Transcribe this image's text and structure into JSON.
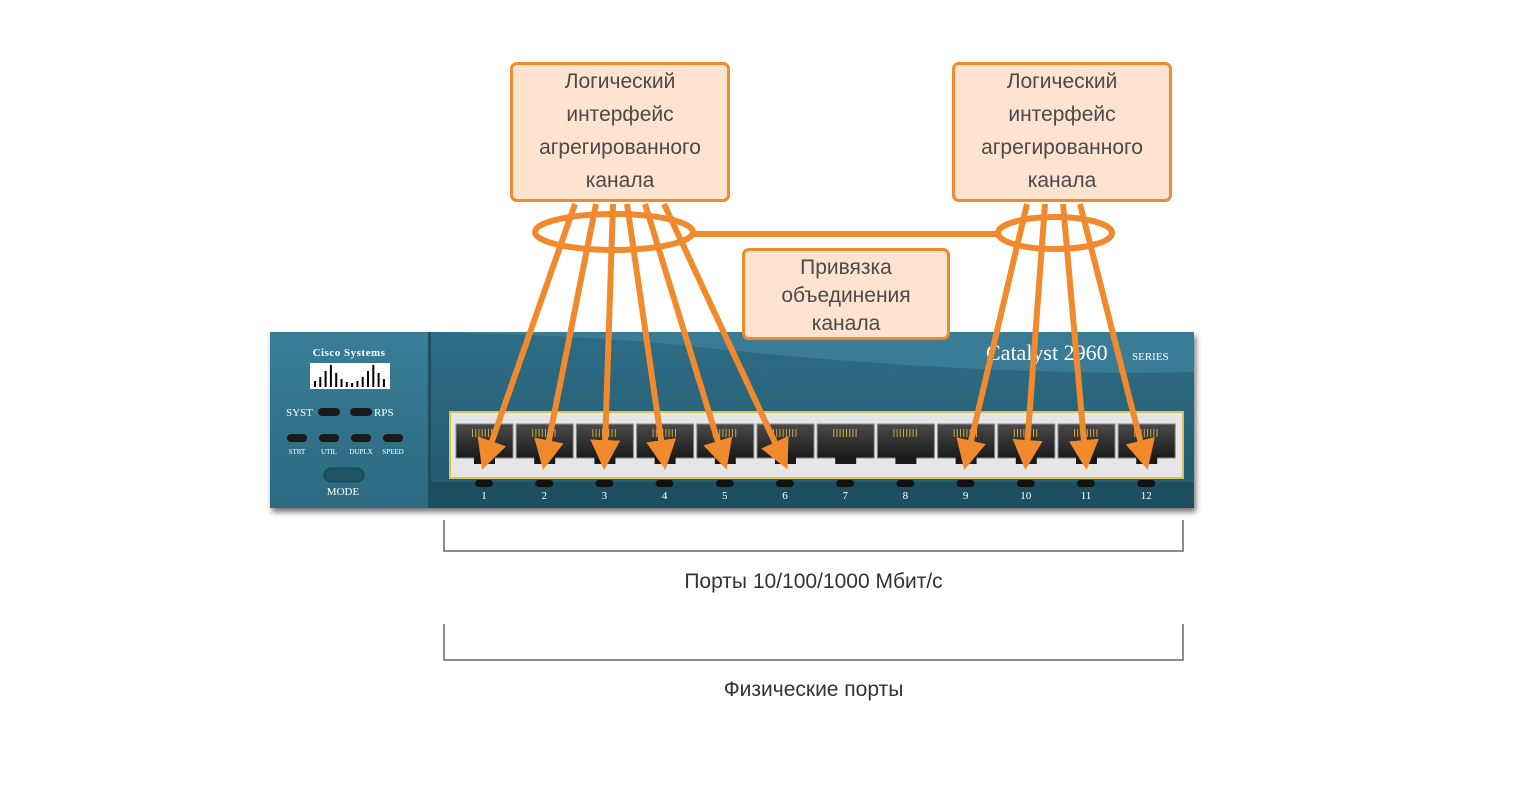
{
  "callouts": {
    "left": [
      "Логический",
      "интерфейс",
      "агрегированного",
      "канала"
    ],
    "right": [
      "Логический",
      "интерфейс",
      "агрегированного",
      "канала"
    ]
  },
  "binding": [
    "Привязка",
    "объединения",
    "канала"
  ],
  "switch": {
    "brand": "Cisco Systems",
    "model": "Catalyst 2960",
    "series": "SERIES",
    "leds": {
      "syst": "SYST",
      "rps": "RPS",
      "strt": "STRT",
      "util": "UTIL",
      "duplx": "DUPLX",
      "speed": "SPEED"
    },
    "mode": "MODE",
    "port_numbers": [
      "1",
      "2",
      "3",
      "4",
      "5",
      "6",
      "7",
      "8",
      "9",
      "10",
      "11",
      "12"
    ]
  },
  "captions": {
    "ports": "Порты 10/100/1000 Мбит/с",
    "physical": "Физические порты"
  },
  "colors": {
    "accent": "#f08a2c",
    "callout_fill": "#fde3d0",
    "switch_body": "#2f6f87",
    "switch_dark": "#1e5568"
  },
  "groups": {
    "left_channel_ports": [
      1,
      2,
      3,
      4,
      5,
      6
    ],
    "right_channel_ports": [
      9,
      10,
      11,
      12
    ]
  }
}
